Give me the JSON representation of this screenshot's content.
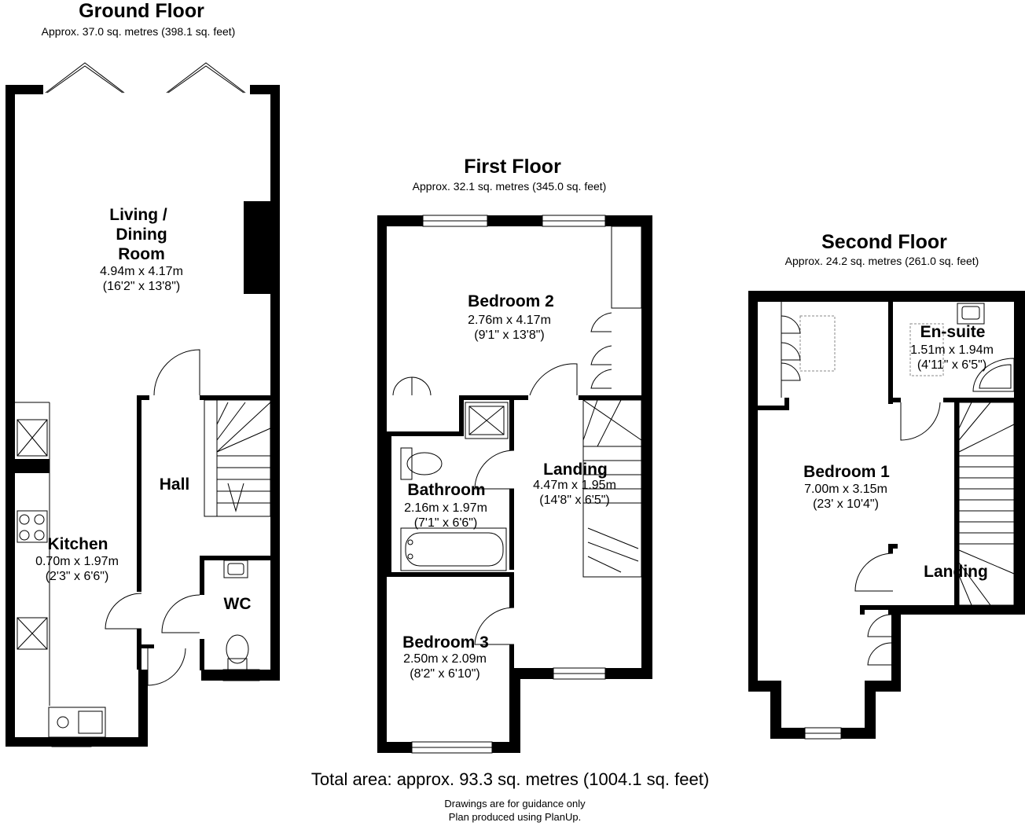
{
  "floors": {
    "ground": {
      "title": "Ground Floor",
      "area": "Approx. 37.0 sq. metres (398.1 sq. feet)",
      "living": {
        "name1": "Living /",
        "name2": "Dining",
        "name3": "Room",
        "dim": "4.94m x 4.17m",
        "imp": "(16'2\" x 13'8\")"
      },
      "kitchen": {
        "name": "Kitchen",
        "dim": "0.70m x 1.97m",
        "imp": "(2'3\" x 6'6\")"
      },
      "hall": {
        "name": "Hall"
      },
      "wc": {
        "name": "WC"
      }
    },
    "first": {
      "title": "First Floor",
      "area": "Approx. 32.1 sq. metres (345.0 sq. feet)",
      "bedroom2": {
        "name": "Bedroom 2",
        "dim": "2.76m x 4.17m",
        "imp": "(9'1\" x 13'8\")"
      },
      "bathroom": {
        "name": "Bathroom",
        "dim": "2.16m x 1.97m",
        "imp": "(7'1\" x 6'6\")"
      },
      "landing": {
        "name": "Landing",
        "dim": "4.47m x 1.95m",
        "imp": "(14'8\" x 6'5\")"
      },
      "bedroom3": {
        "name": "Bedroom 3",
        "dim": "2.50m x 2.09m",
        "imp": "(8'2\" x 6'10\")"
      }
    },
    "second": {
      "title": "Second Floor",
      "area": "Approx. 24.2 sq. metres (261.0 sq. feet)",
      "ensuite": {
        "name": "En-suite",
        "dim": "1.51m x 1.94m",
        "imp": "(4'11\" x 6'5\")"
      },
      "bedroom1": {
        "name": "Bedroom 1",
        "dim": "7.00m x 3.15m",
        "imp": "(23' x 10'4\")"
      },
      "landing": {
        "name": "Landing"
      }
    }
  },
  "footer": {
    "total": "Total area: approx. 93.3 sq. metres (1004.1 sq. feet)",
    "note1": "Drawings are for guidance only",
    "note2": "Plan produced using PlanUp."
  }
}
